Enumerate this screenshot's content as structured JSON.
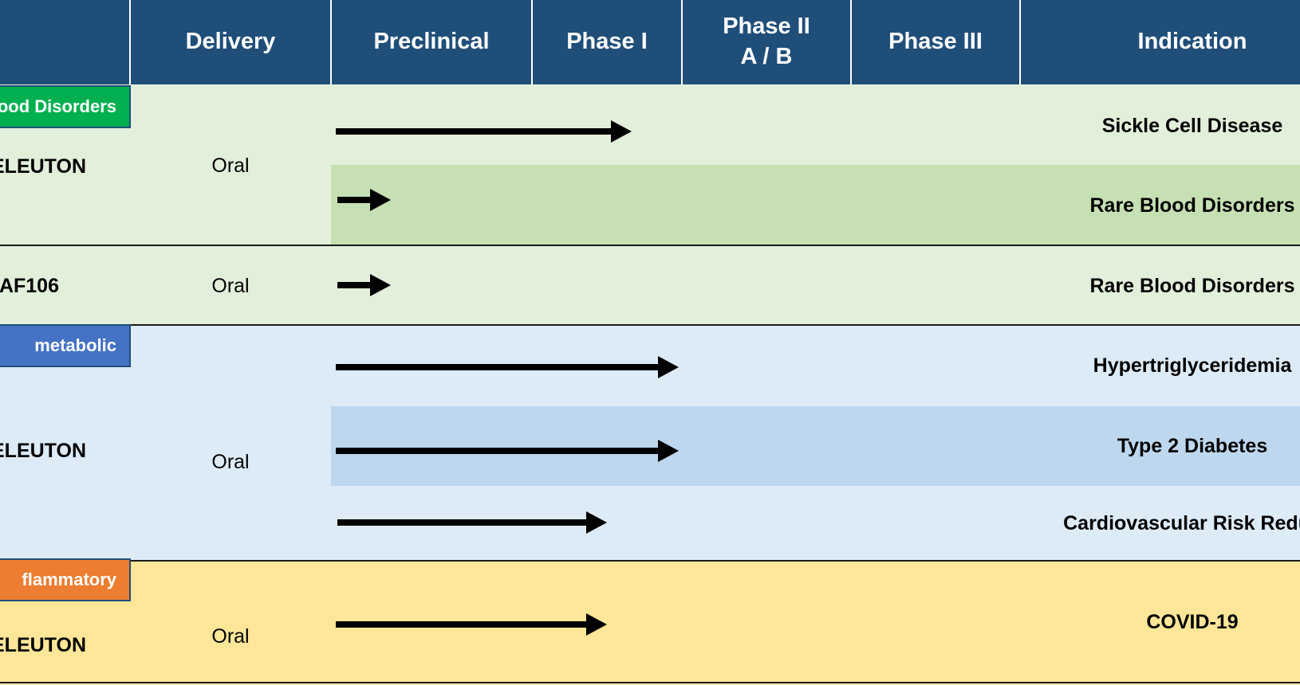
{
  "header": {
    "delivery": "Delivery",
    "preclinical": "Preclinical",
    "phase1": "Phase I",
    "phase2_line1": "Phase II",
    "phase2_line2": "A  / B",
    "phase3": "Phase III",
    "indication": "Indication"
  },
  "groups": {
    "blood": {
      "tag": "ood Disorders",
      "color": "#00b050"
    },
    "metabolic": {
      "tag": "metabolic",
      "color": "#4472c4"
    },
    "inflammatory": {
      "tag": "flammatory",
      "color": "#ed7d31"
    }
  },
  "rows": {
    "r1": {
      "product": "ELEUTON",
      "delivery": "Oral",
      "indications": [
        "Sickle Cell Disease",
        "Rare Blood Disorders"
      ],
      "progress": [
        0.436,
        0.086
      ]
    },
    "r2": {
      "product": "AF106",
      "delivery": "Oral",
      "indications": [
        "Rare Blood Disorders"
      ],
      "progress": [
        0.086
      ]
    },
    "r3": {
      "product": "ELEUTON",
      "delivery": "Oral",
      "indications": [
        "Hypertriglyceridemia",
        "Type 2 Diabetes",
        "Cardiovascular Risk Reduc"
      ],
      "progress": [
        0.505,
        0.505,
        0.4
      ]
    },
    "r4": {
      "product": "ELEUTON",
      "delivery": "Oral",
      "indications": [
        "COVID-19"
      ],
      "progress": [
        0.4
      ]
    }
  },
  "colors": {
    "header": "#1f4e79",
    "green_light": "#e2efda",
    "green_mid": "#c6e0b4",
    "blue_light": "#ddebf7",
    "blue_mid": "#bdd7ee",
    "yellow": "#ffe699"
  }
}
